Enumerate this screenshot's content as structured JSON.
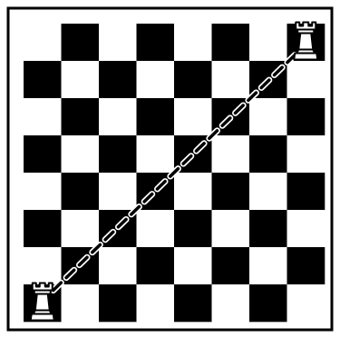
{
  "board": {
    "files": 8,
    "ranks": 8,
    "dark_color": "#000000",
    "light_color": "#ffffff",
    "frame_color": "#000000",
    "bottom_left_square": "dark"
  },
  "pieces": [
    {
      "id": "rook-top-right",
      "type": "rook",
      "color": "white",
      "square": "h8"
    },
    {
      "id": "rook-bottom-left",
      "type": "rook",
      "color": "white",
      "square": "a1"
    }
  ],
  "path": {
    "from": "a1",
    "to": "h8",
    "style": "dashed",
    "color": "#000000",
    "outline_color": "#ffffff"
  }
}
